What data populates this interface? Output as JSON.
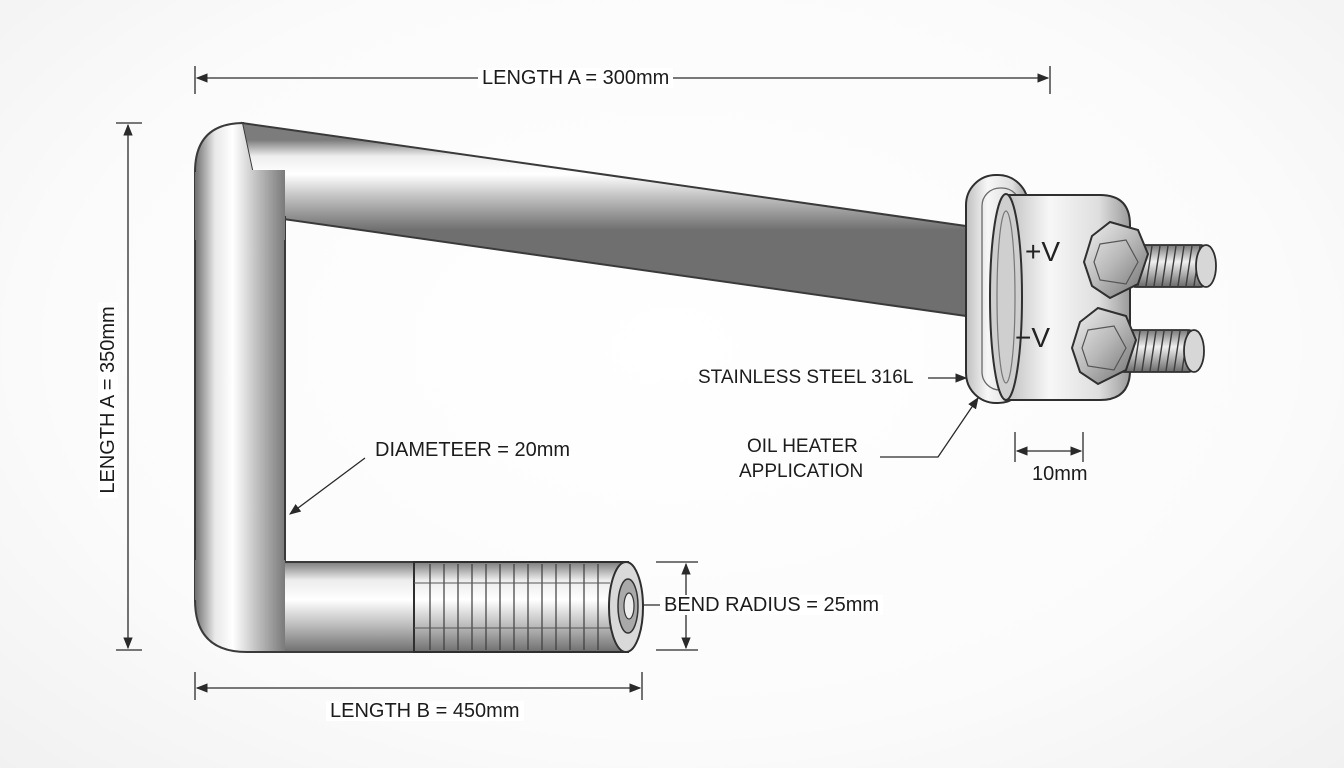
{
  "dimensions": {
    "length_a_top": "LENGTH A = 300mm",
    "length_a_side": "LENGTH A = 350mm",
    "length_b": "LENGTH B = 450mm",
    "diameter": "DIAMETEER = 20mm",
    "bend_radius": "BEND RADIUS = 25mm",
    "terminal_gap": "10mm"
  },
  "callouts": {
    "material": "STAINLESS STEEL 316L",
    "application_line1": "OIL HEATER",
    "application_line2": "APPLICATION"
  },
  "terminals": {
    "positive": "+V",
    "negative": "−V"
  },
  "colors": {
    "line": "#2a2a2a",
    "steel_light": "#f4f4f4",
    "steel_mid": "#bdbdbd",
    "steel_dark": "#6e6e6e"
  }
}
